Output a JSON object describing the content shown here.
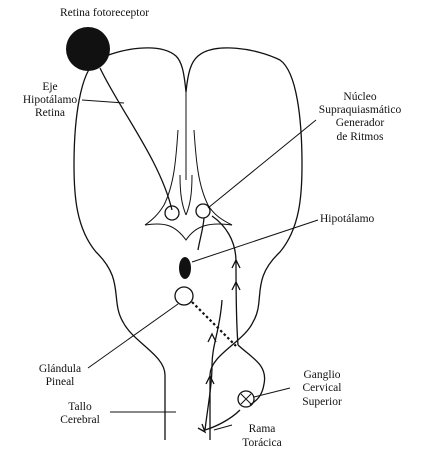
{
  "labels": {
    "retina_photoreceptor": "Retina fotoreceptor",
    "axis_line1": "Eje",
    "axis_line2": "Hipotálamo",
    "axis_line3": "Retina",
    "scn_line1": "Núcleo",
    "scn_line2": "Supraquiasmático",
    "scn_line3": "Generador",
    "scn_line4": "de Ritmos",
    "hypothalamus": "Hipotálamo",
    "pineal_line1": "Glándula",
    "pineal_line2": "Pineal",
    "ganglion_line1": "Ganglio",
    "ganglion_line2": "Cervical",
    "ganglion_line3": "Superior",
    "brainstem_line1": "Tallo",
    "brainstem_line2": "Cerebral",
    "thoracic_line1": "Rama",
    "thoracic_line2": "Torácica"
  },
  "colors": {
    "ink": "#111111",
    "background": "#ffffff"
  }
}
